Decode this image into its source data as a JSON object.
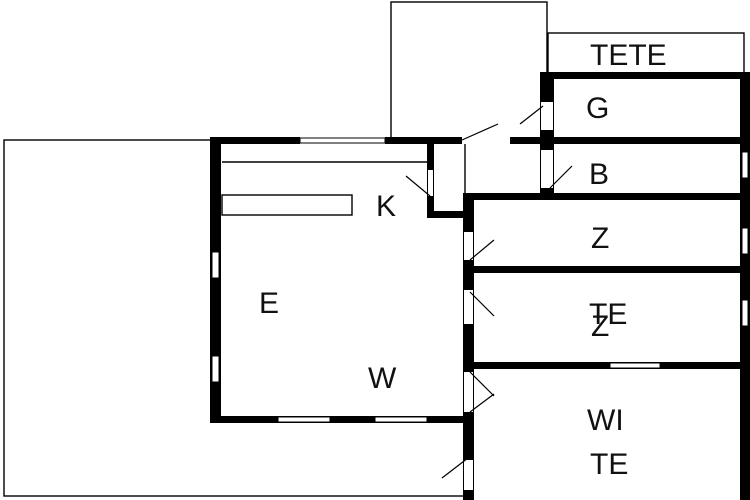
{
  "labels": {
    "tete_top": "TETE",
    "g": "G",
    "b": "B",
    "k": "K",
    "z": "Z",
    "te": "TE",
    "z_overlap": "Z",
    "e": "E",
    "w": "W",
    "wi": "WI",
    "te_bottom": "TE"
  }
}
